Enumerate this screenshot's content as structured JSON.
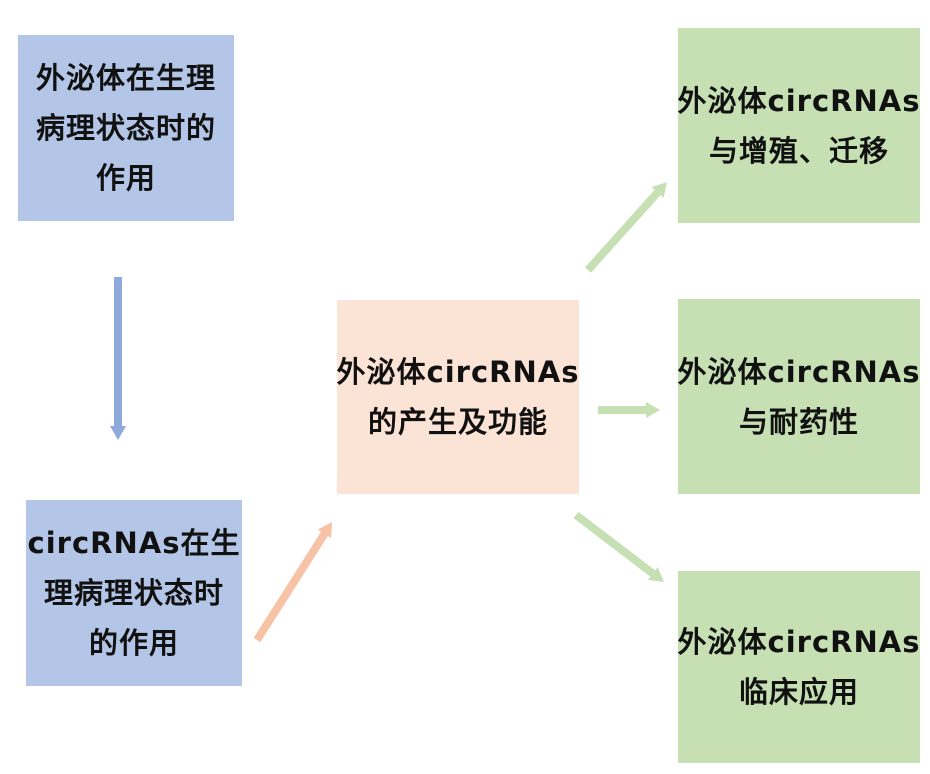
{
  "colors": {
    "blue_box": "#b4c6e7",
    "blue_arrow": "#8eaadb",
    "peach_box": "#fbe4d6",
    "peach_arrow": "#f6c3a7",
    "green_box": "#c6e0b4",
    "green_arrow": "#c6e0b4",
    "text": "#111111"
  },
  "boxes": {
    "physio_exosome": {
      "lines": [
        "外泌体在生理",
        "病理状态时的",
        "作用"
      ]
    },
    "physio_circ": {
      "lines": [
        "circRNAs在生",
        "理病理状态时",
        "的作用"
      ]
    },
    "center": {
      "lines": [
        "外泌体circRNAs",
        "的产生及功能"
      ]
    },
    "proliferation": {
      "lines": [
        "外泌体circRNAs",
        "与增殖、迁移"
      ]
    },
    "resistance": {
      "lines": [
        "外泌体circRNAs",
        "与耐药性"
      ]
    },
    "clinical": {
      "lines": [
        "外泌体circRNAs",
        "临床应用"
      ]
    }
  },
  "arrows": [
    {
      "from": "physio_exosome",
      "to": "physio_circ",
      "color": "blue"
    },
    {
      "from": "physio_circ",
      "to": "center",
      "color": "peach"
    },
    {
      "from": "center",
      "to": "proliferation",
      "color": "green"
    },
    {
      "from": "center",
      "to": "resistance",
      "color": "green"
    },
    {
      "from": "center",
      "to": "clinical",
      "color": "green"
    }
  ]
}
